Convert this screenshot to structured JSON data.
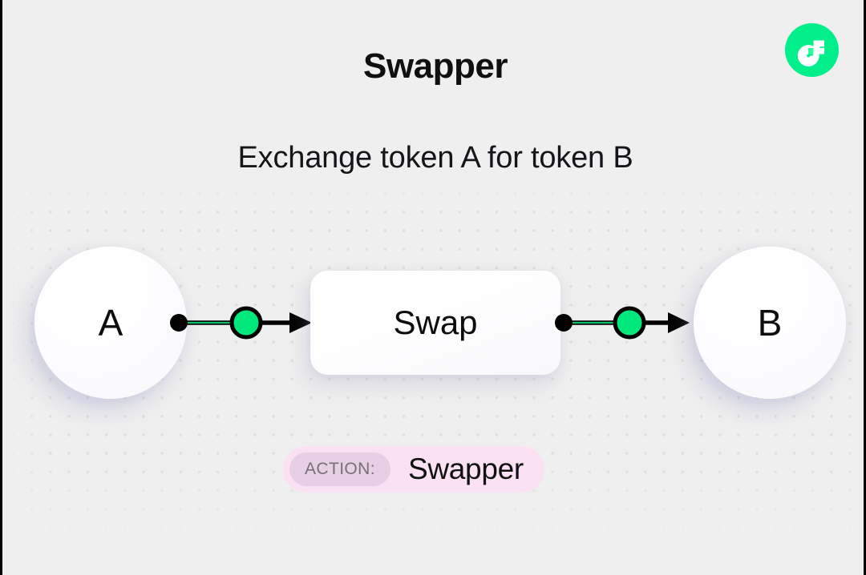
{
  "header": {
    "title": "Swapper",
    "subtitle": "Exchange token A for token B"
  },
  "brand": {
    "logo_name": "flow-logo-icon",
    "logo_color": "#00EF8B",
    "logo_glyph_color": "#FFFFFF",
    "logo_accent_color": "#2BFF9D"
  },
  "diagram": {
    "nodes": [
      {
        "id": "token-a",
        "label": "A",
        "shape": "circle",
        "role": "input-token"
      },
      {
        "id": "swap",
        "label": "Swap",
        "shape": "rounded-box",
        "role": "operation"
      },
      {
        "id": "token-b",
        "label": "B",
        "shape": "circle",
        "role": "output-token"
      }
    ],
    "edges": [
      {
        "id": "edge-a-swap",
        "from": "token-a",
        "to": "swap",
        "marker": "arrow",
        "handle_color": "#000000",
        "waypoint_color": "#00E87B"
      },
      {
        "id": "edge-swap-b",
        "from": "swap",
        "to": "token-b",
        "marker": "arrow",
        "handle_color": "#000000",
        "waypoint_color": "#00E87B"
      }
    ],
    "background": {
      "canvas_color": "#EFEFEF",
      "dot_color": "#DEDEDE",
      "dot_spacing": "23px"
    }
  },
  "action_badge": {
    "key_label": "ACTION:",
    "value_label": "Swapper",
    "pill_color": "#FBE1F3",
    "key_pill_color": "#E7CFE4",
    "key_text_color": "#777079"
  }
}
